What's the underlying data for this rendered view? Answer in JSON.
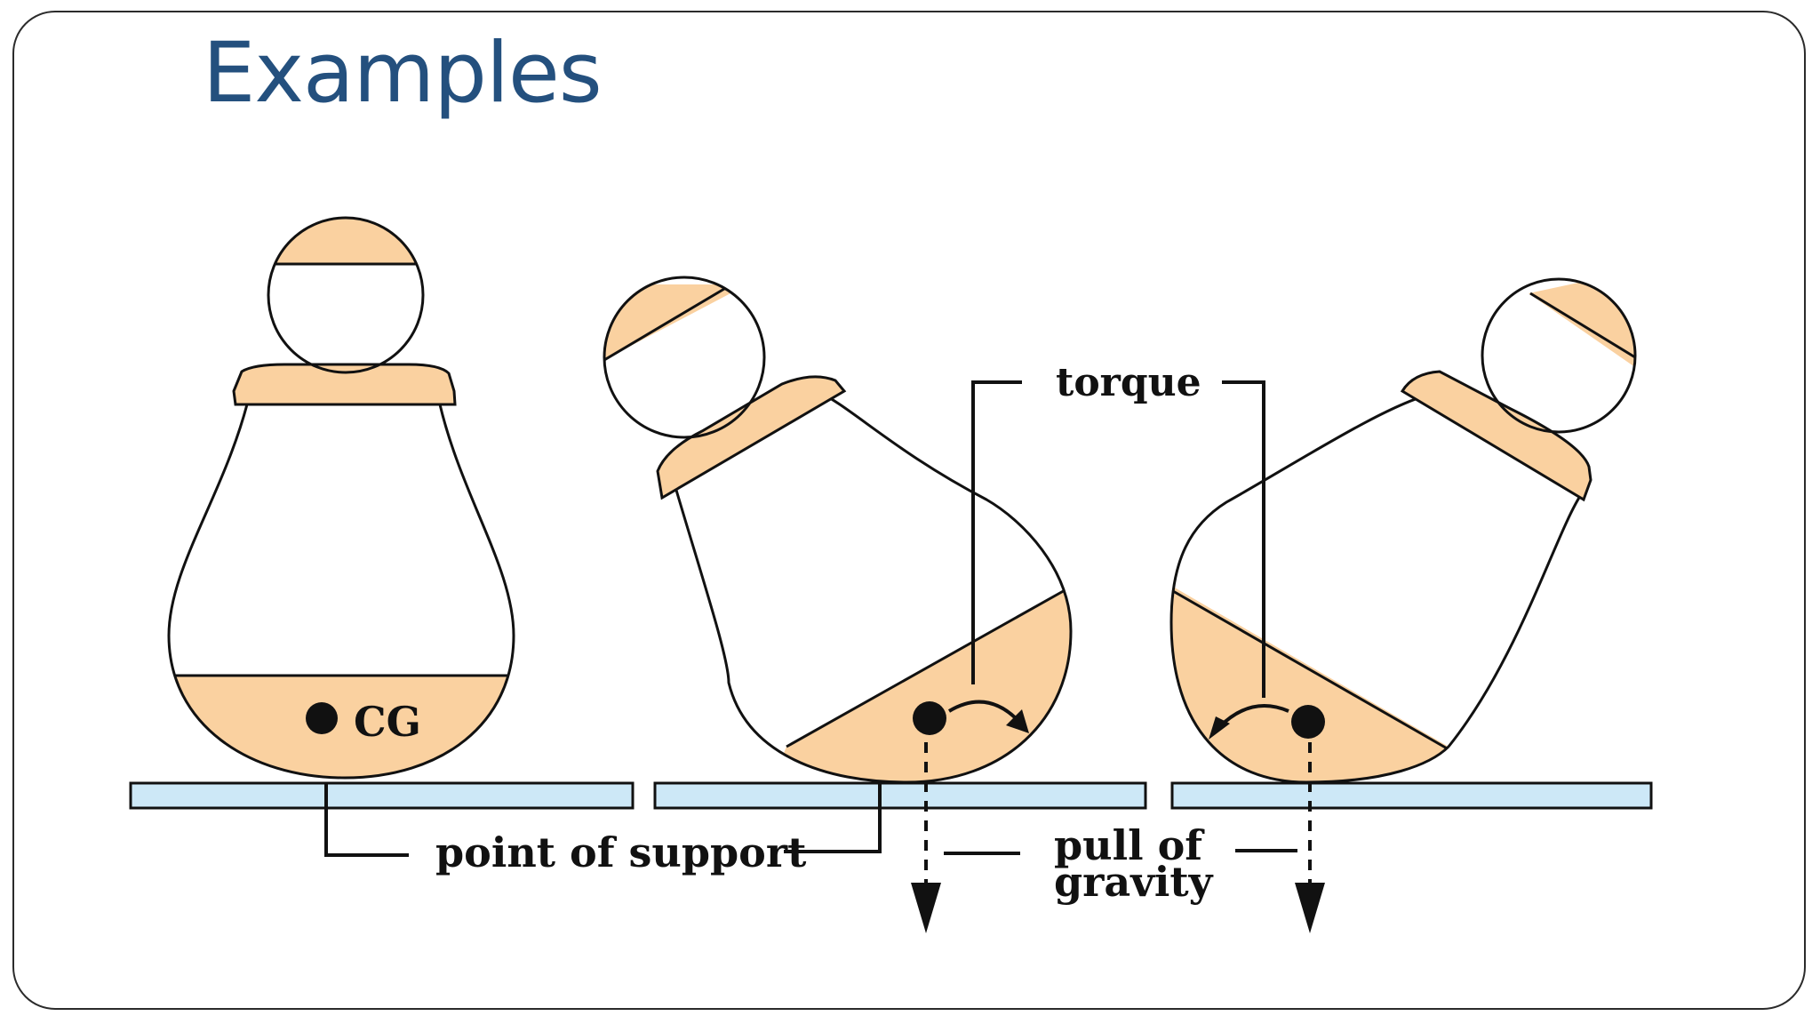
{
  "slide": {
    "title": "Examples"
  },
  "diagram": {
    "labels": {
      "cg": "CG",
      "torque": "torque",
      "point_of_support": "point of support",
      "pull_of_gravity_line1": "pull of",
      "pull_of_gravity_line2": "gravity"
    },
    "colors": {
      "fill": "#fad1a0",
      "ground": "#cde8f7",
      "title": "#24507e",
      "stroke": "#111111"
    }
  }
}
